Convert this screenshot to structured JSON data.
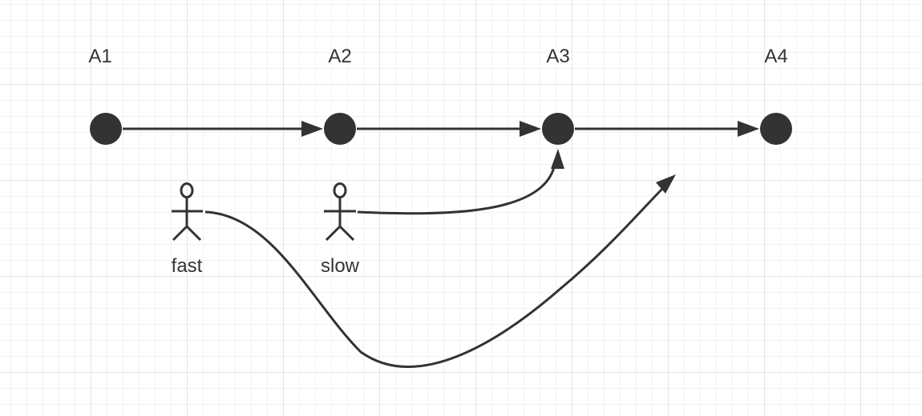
{
  "colors": {
    "ink": "#333333",
    "background": "#ffffff",
    "grid_major": "#e4e4e4",
    "grid_minor": "#f1f1f1"
  },
  "nodes": [
    {
      "label": "A1"
    },
    {
      "label": "A2"
    },
    {
      "label": "A3"
    },
    {
      "label": "A4"
    }
  ],
  "actors": [
    {
      "label": "fast"
    },
    {
      "label": "slow"
    }
  ]
}
